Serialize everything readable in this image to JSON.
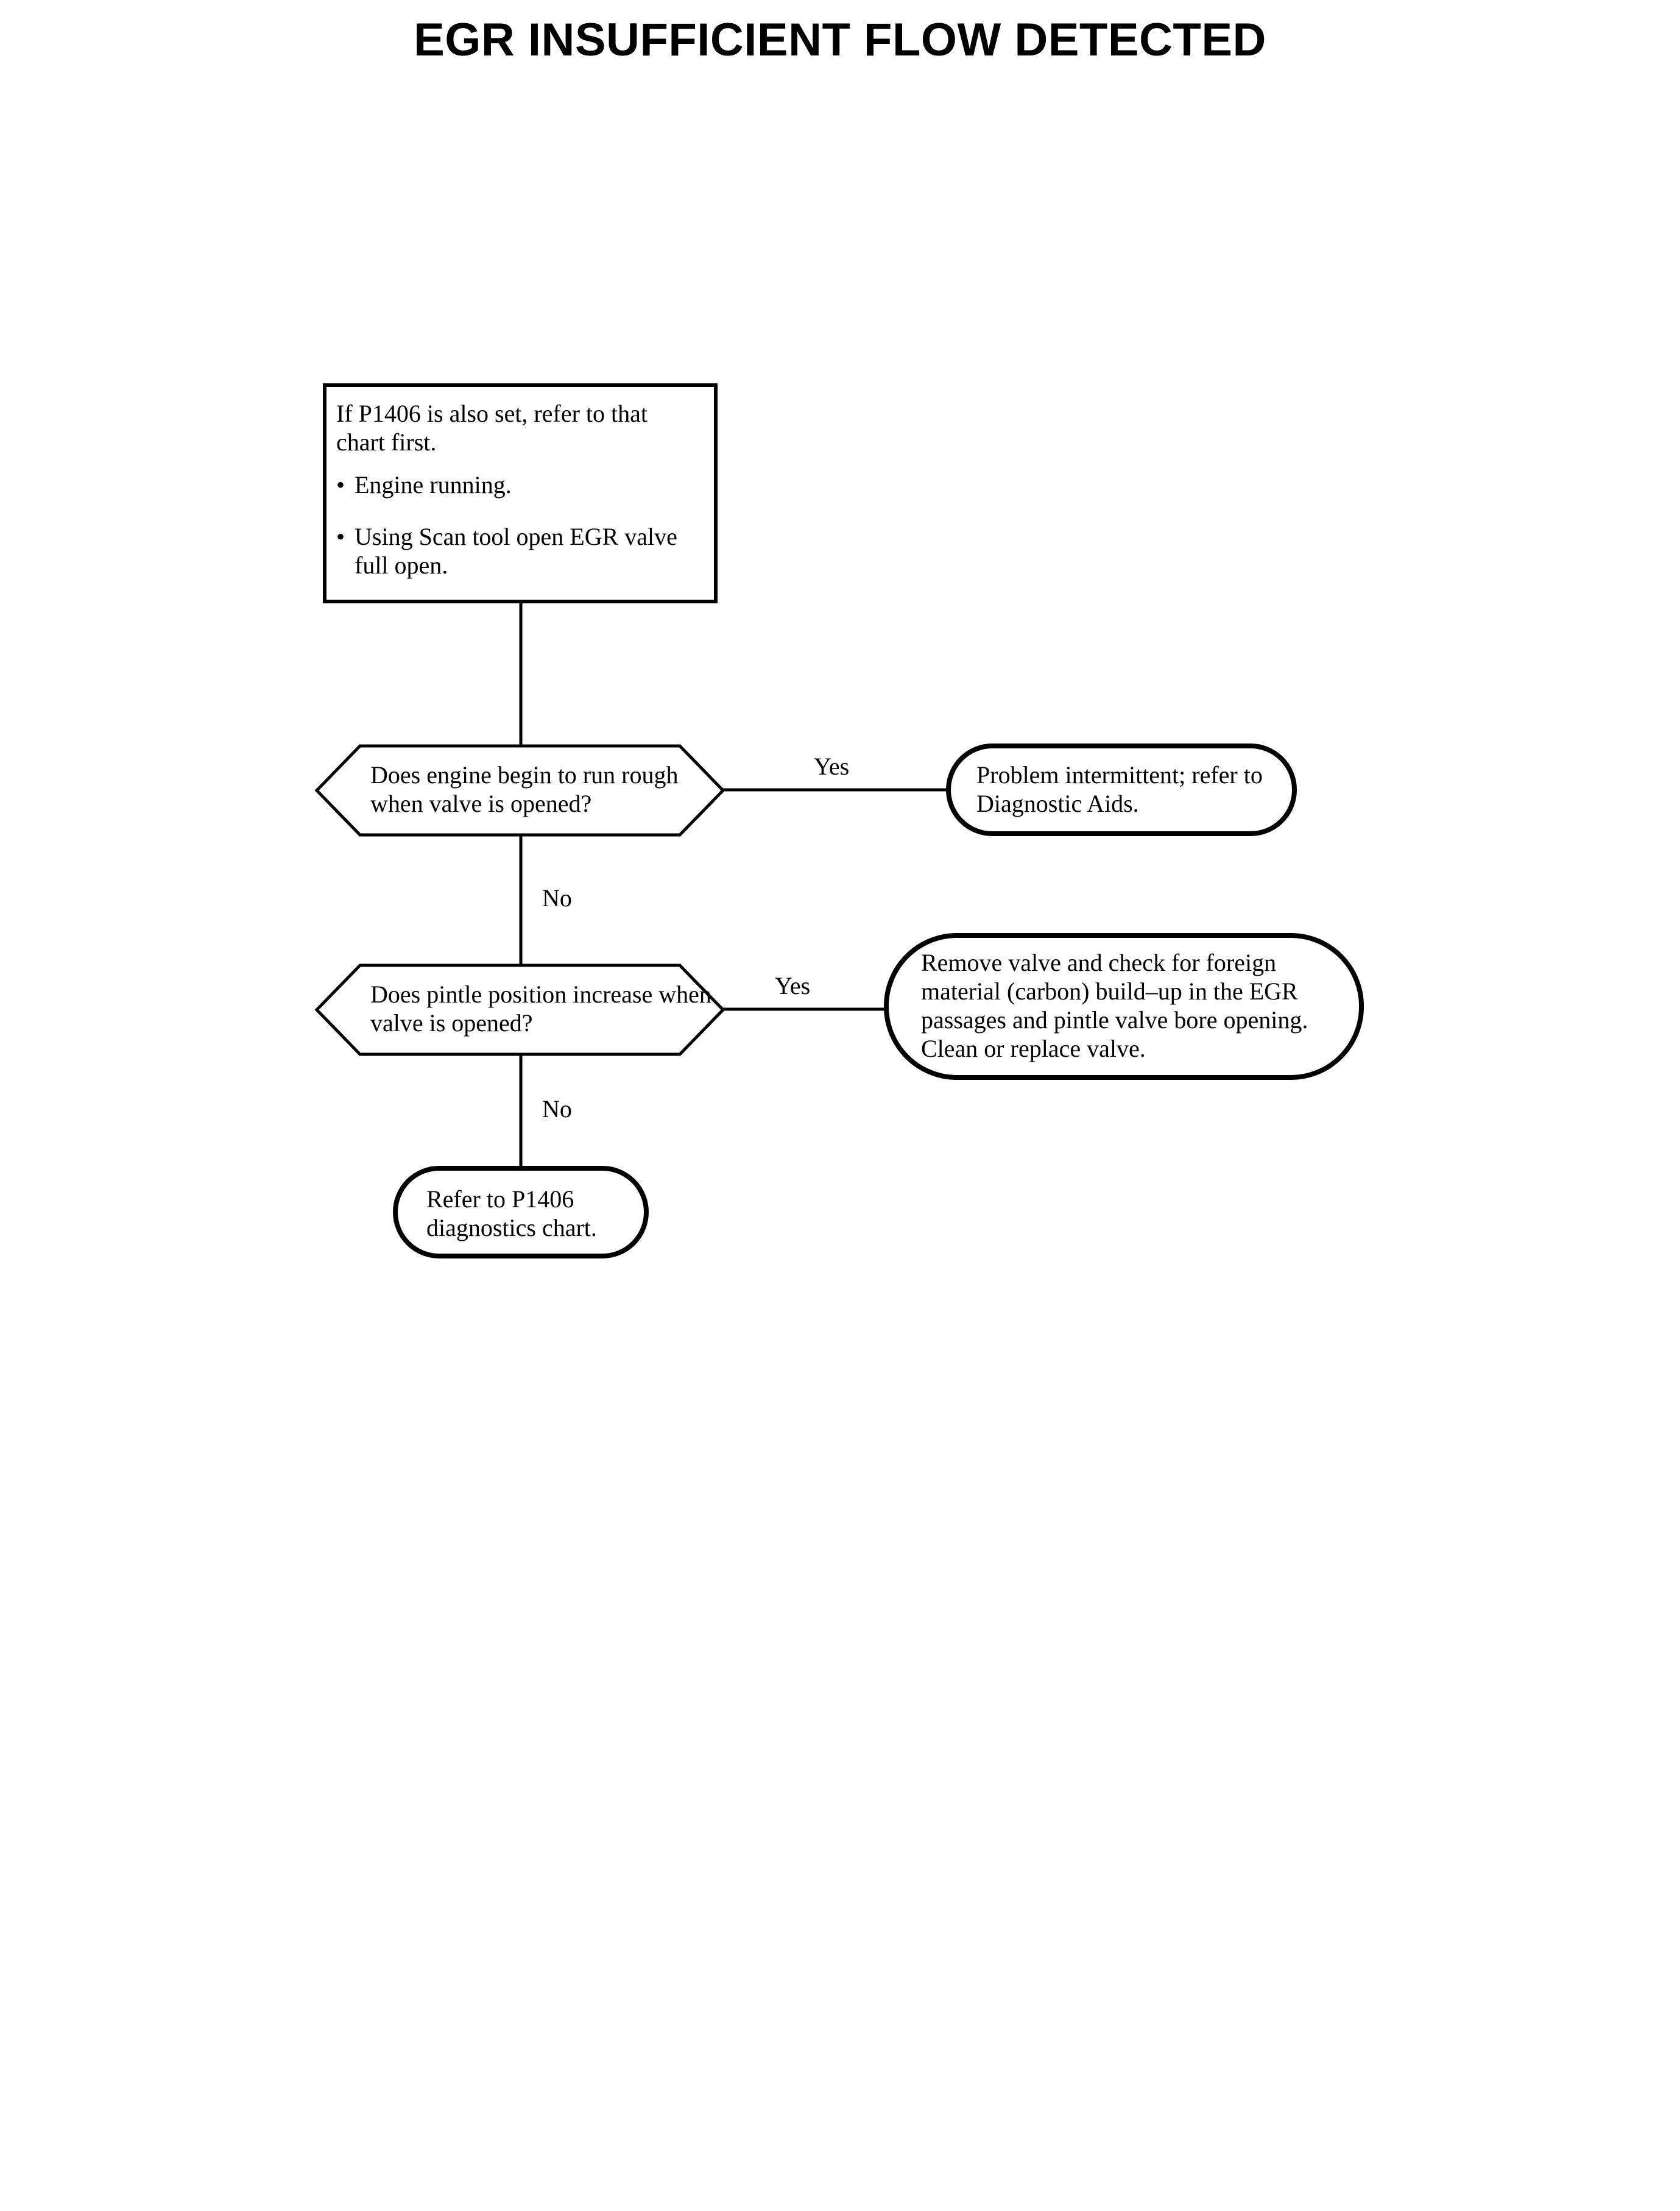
{
  "document": {
    "title": "EGR INSUFFICIENT FLOW DETECTED"
  },
  "flowchart": {
    "type": "decision-flowchart",
    "instruction_node": {
      "id": "instruction-box",
      "shape": "rectangle",
      "intro": "If P1406 is also set, refer to that chart first.",
      "bullet_symbol": "•",
      "bullets": [
        "Engine running.",
        "Using Scan tool open EGR valve full open."
      ]
    },
    "decisions": [
      {
        "id": "decision-engine-rough",
        "shape": "hexagon",
        "text": "Does engine begin to run rough when valve is opened?",
        "yes_label": "Yes",
        "no_label": "No"
      },
      {
        "id": "decision-pintle-position",
        "shape": "hexagon",
        "text": "Does pintle position increase when valve is opened?",
        "yes_label": "Yes",
        "no_label": "No"
      }
    ],
    "terminators": [
      {
        "id": "result-problem-intermittent",
        "shape": "rounded",
        "text": "Problem intermittent; refer to Diagnostic Aids."
      },
      {
        "id": "result-remove-valve",
        "shape": "rounded",
        "text": "Remove valve and check for foreign material (carbon) build–up in the EGR passages and pintle valve bore opening. Clean or replace valve."
      },
      {
        "id": "result-refer-p1406",
        "shape": "rounded",
        "text": "Refer to P1406 diagnostics chart."
      }
    ]
  },
  "colors": {
    "background": "#ffffff",
    "ink": "#000000"
  }
}
